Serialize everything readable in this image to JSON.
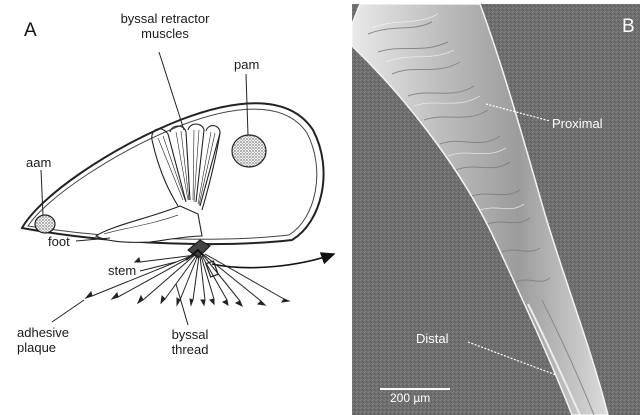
{
  "panel_a": {
    "letter": "A",
    "labels": {
      "byssal_retractor": "byssal retractor",
      "muscles": "muscles",
      "pam": "pam",
      "aam": "aam",
      "foot": "foot",
      "stem": "stem",
      "adhesive": "adhesive",
      "plaque": "plaque",
      "byssal": "byssal",
      "thread": "thread"
    }
  },
  "panel_b": {
    "letter": "B",
    "labels": {
      "proximal": "Proximal",
      "distal": "Distal",
      "scale": "200 µm"
    }
  }
}
